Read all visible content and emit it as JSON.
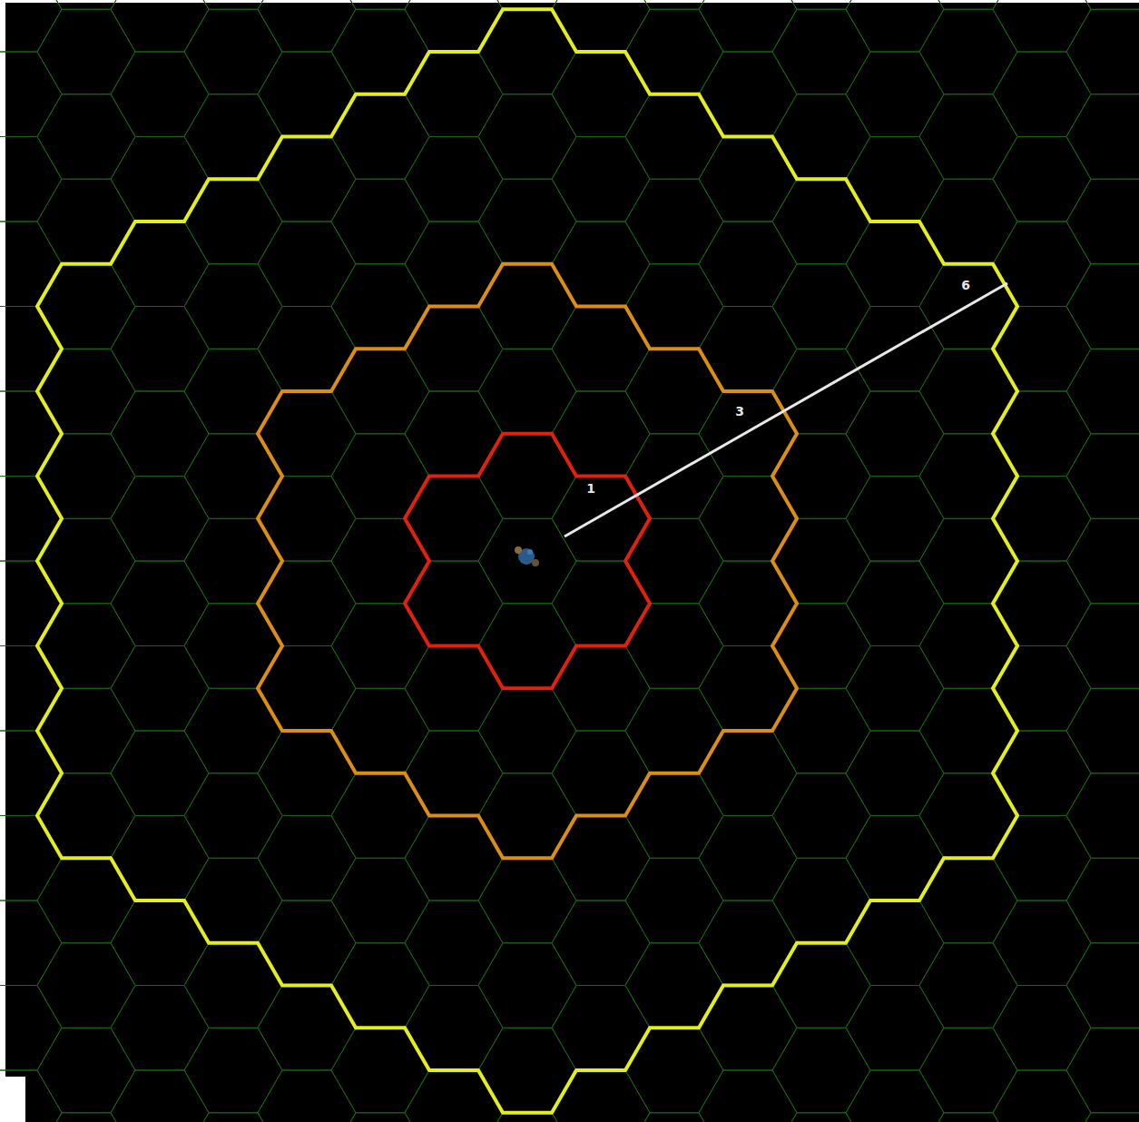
{
  "diagram": {
    "labels": [
      "1",
      "3",
      "6"
    ]
  }
}
